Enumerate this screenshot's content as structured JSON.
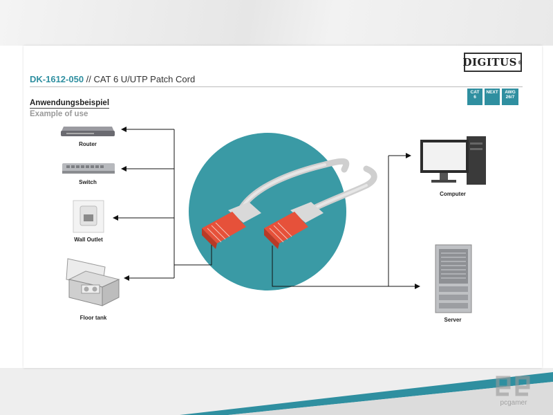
{
  "brand": {
    "logo_text": "DIGITUS",
    "logo_mark": "®"
  },
  "header": {
    "product_code": "DK-1612-050",
    "separator": "//",
    "product_name": "CAT 6 U/UTP Patch Cord"
  },
  "badges": [
    {
      "line1": "CAT",
      "line2": "6",
      "line3": ""
    },
    {
      "line1": "NEXT",
      "line2": "",
      "line3": ""
    },
    {
      "line1": "AWG",
      "line2": "26/7",
      "line3": ""
    }
  ],
  "section": {
    "title_de": "Anwendungsbeispiel",
    "title_en": "Example of use"
  },
  "devices_left": [
    "Router",
    "Switch",
    "Wall Outlet",
    "Floor tank"
  ],
  "devices_right": [
    "Computer",
    "Server"
  ],
  "colors": {
    "accent": "#2f8fa0",
    "circle": "#3a9aa5",
    "plug": "#e6513a",
    "cable": "#d8d8d8"
  },
  "watermark": {
    "text": "pcgamer"
  }
}
